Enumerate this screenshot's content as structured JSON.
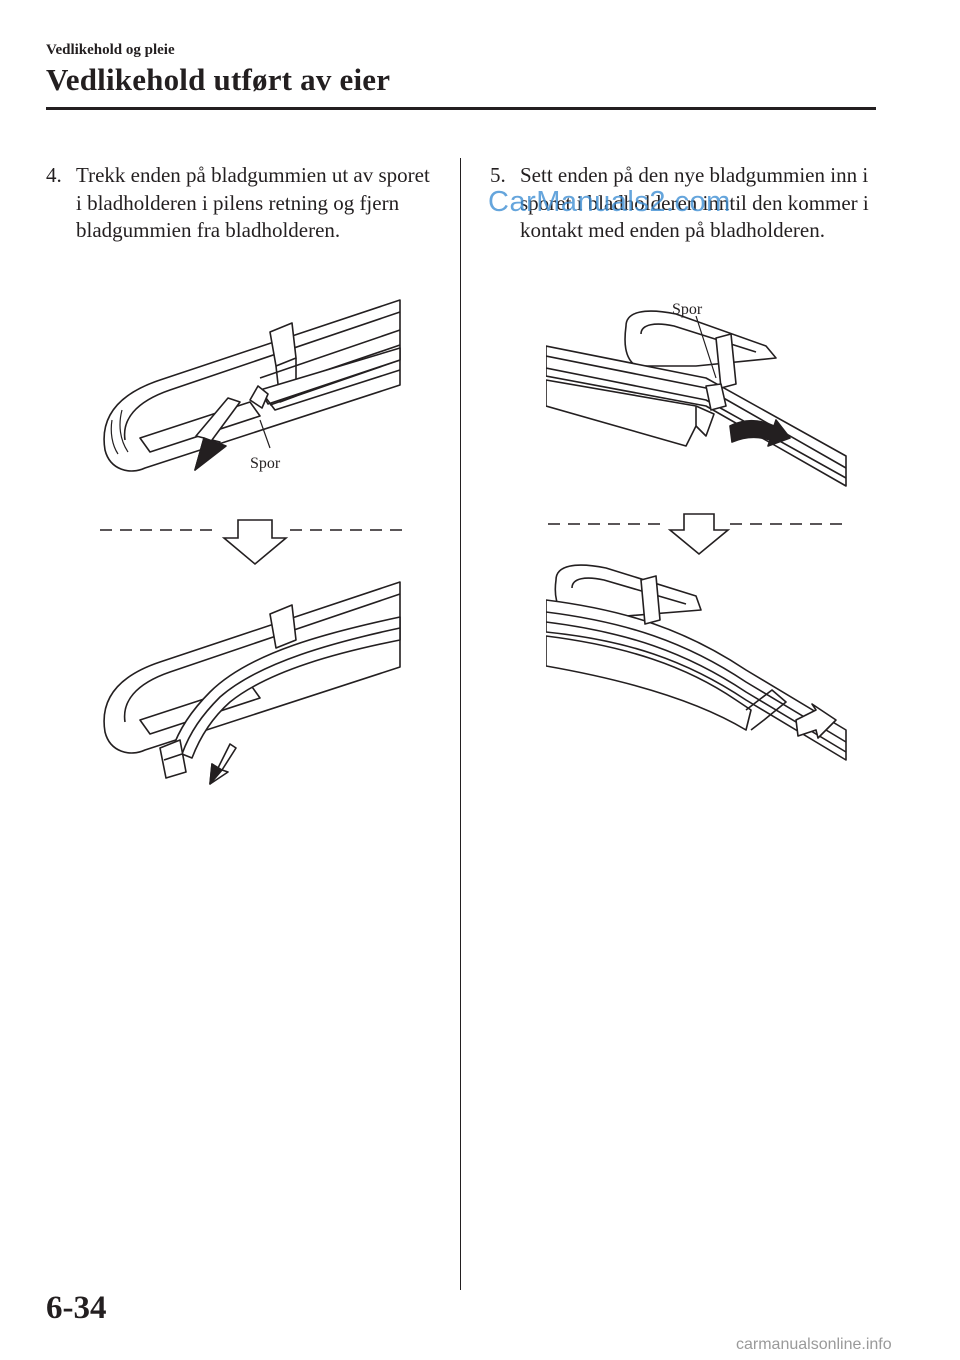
{
  "header": {
    "section": "Vedlikehold og pleie",
    "title": "Vedlikehold utført av eier"
  },
  "steps": [
    {
      "number": "4.",
      "text": "Trekk enden på bladgummien ut av sporet i bladholderen i pilens retning og fjern bladgummien fra bladholderen."
    },
    {
      "number": "5.",
      "text": "Sett enden på den nye bladgummien inn i sporet i bladholderen inntil den kommer i kontakt med enden på bladholderen."
    }
  ],
  "figures": {
    "step4_label": "Spor",
    "step5_label": "Spor"
  },
  "watermark": {
    "text": "CarManuals2.com"
  },
  "footer": {
    "page_number": "6-34",
    "site": "carmanualsonline.info"
  },
  "colors": {
    "text": "#231f20",
    "watermark": "#3f8fd4",
    "footer": "#9a9a9a"
  }
}
